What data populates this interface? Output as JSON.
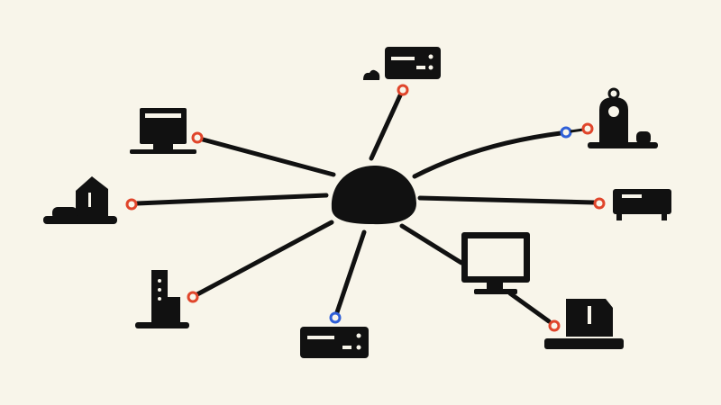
{
  "colors": {
    "background": "#f8f5ea",
    "ink": "#111111",
    "port_red": "#e0452b",
    "port_blue": "#2f5fd8"
  },
  "nodes": [
    {
      "name": "server-top",
      "icon": "server-icon",
      "port": "red"
    },
    {
      "name": "monitor-top-left",
      "icon": "monitor-icon",
      "port": "red"
    },
    {
      "name": "house-left",
      "icon": "house-icon",
      "port": "red"
    },
    {
      "name": "tower-bottom-left",
      "icon": "tower-pc-icon",
      "port": "red"
    },
    {
      "name": "server-bottom",
      "icon": "server-icon",
      "port": "blue"
    },
    {
      "name": "monitor-right",
      "icon": "monitor-icon",
      "port": "none"
    },
    {
      "name": "desktop-bottom-right",
      "icon": "desktop-icon",
      "port": "red"
    },
    {
      "name": "server-right",
      "icon": "server-icon",
      "port": "red"
    },
    {
      "name": "robot-top-right",
      "icon": "robot-icon",
      "port": "red-blue"
    }
  ]
}
